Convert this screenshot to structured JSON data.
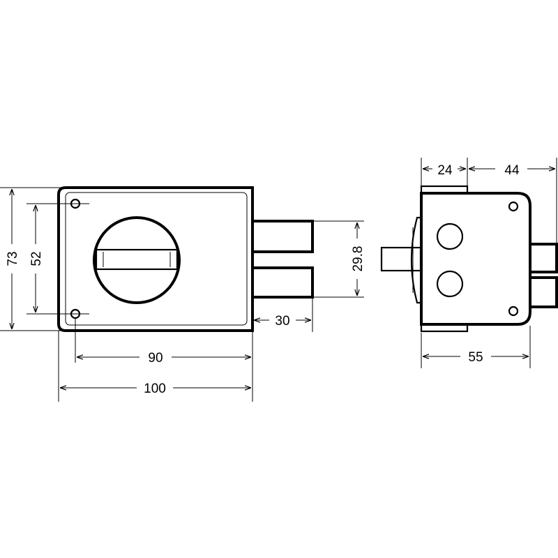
{
  "diagram": {
    "front_view": {
      "dimensions": {
        "height_outer": "73",
        "height_holes": "52",
        "width_holes": "90",
        "width_outer": "100",
        "bolt_throw": "30",
        "bolt_span": "29.8"
      }
    },
    "side_view": {
      "dimensions": {
        "plate_depth": "24",
        "bolt_projection": "44",
        "body_depth": "55"
      }
    }
  }
}
